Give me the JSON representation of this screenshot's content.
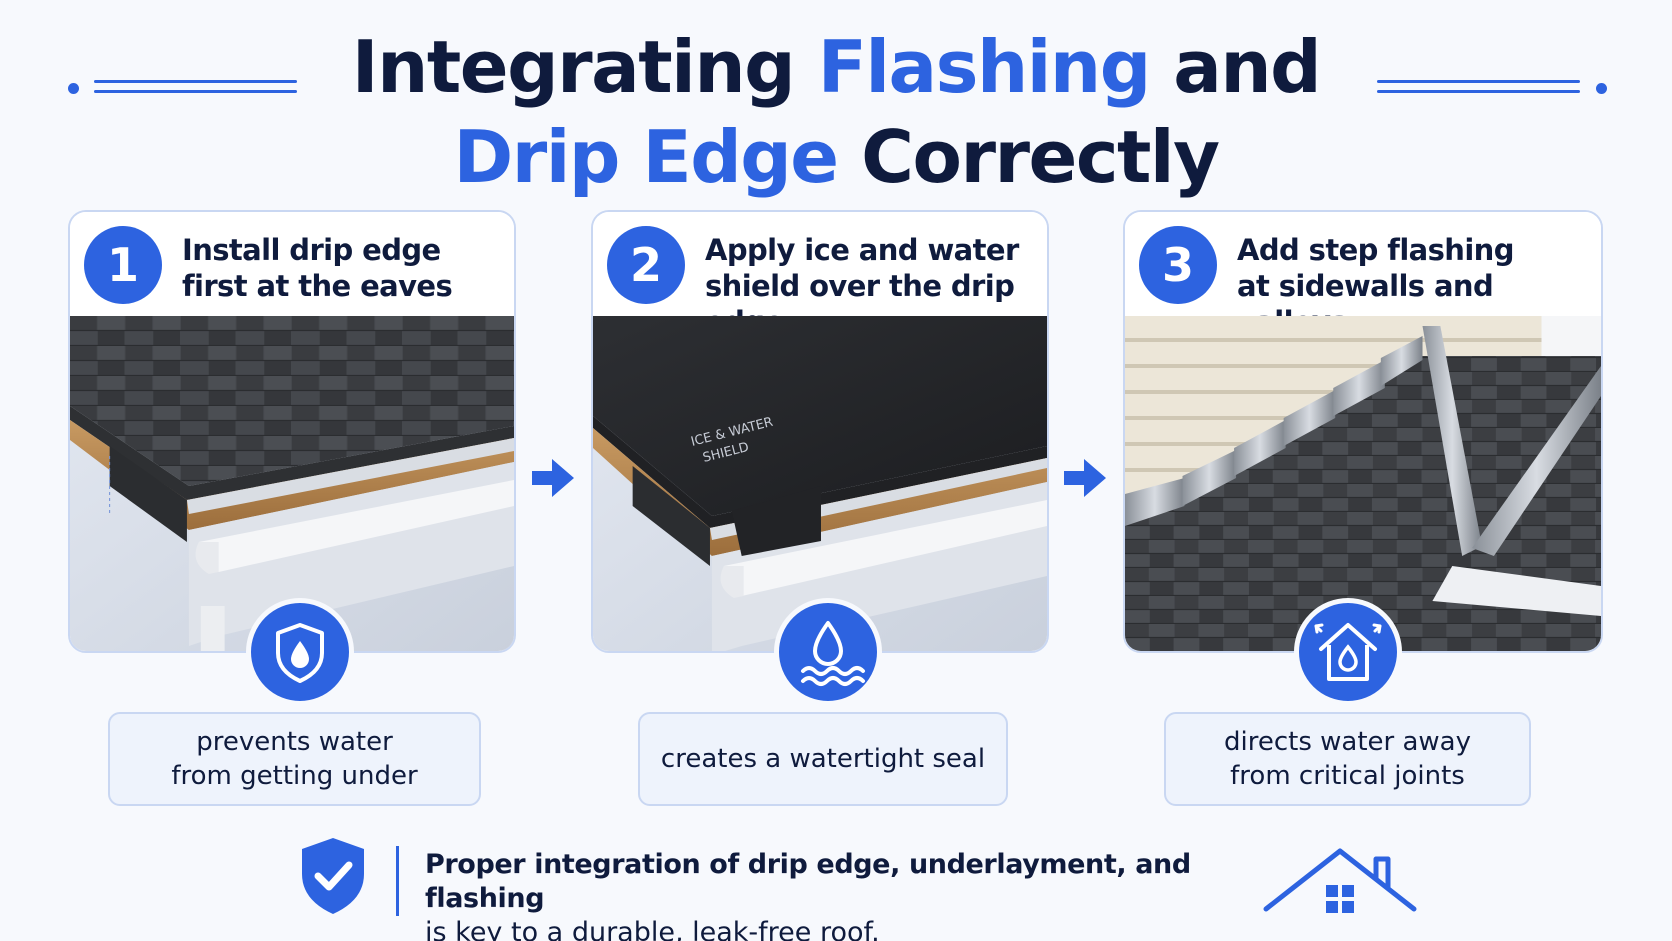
{
  "title": {
    "line1_a": "Integrating ",
    "line1_b": "Flashing",
    "line1_c": " and",
    "line2_a": "Drip Edge",
    "line2_b": " Correctly"
  },
  "colors": {
    "accent": "#2d63e0",
    "dark_text": "#0f1b3d",
    "card_border": "#c9d7f2",
    "caption_bg": "#eef3fc"
  },
  "steps": [
    {
      "number": "1",
      "line1": "Install drip edge",
      "line2": "first at the eaves",
      "icon": "shield-drop-icon",
      "caption_line1": "prevents water",
      "caption_line2": "from getting under"
    },
    {
      "number": "2",
      "line1": "Apply ice and water",
      "line2": "shield over the drip edge",
      "icon": "water-drop-waves-icon",
      "caption_line1": "creates a watertight seal",
      "caption_line2": "",
      "membrane_label_1": "ICE & WATER",
      "membrane_label_2": "SHIELD"
    },
    {
      "number": "3",
      "line1": "Add step flashing",
      "line2": "at sidewalls and valleys",
      "icon": "house-drop-icon",
      "caption_line1": "directs water away",
      "caption_line2": "from critical joints"
    }
  ],
  "footer": {
    "icon": "shield-check-icon",
    "bold": "Proper integration of drip edge, underlayment, and flashing",
    "regular": "is key to a durable, leak-free roof.",
    "logo_icon": "house-logo-icon"
  }
}
